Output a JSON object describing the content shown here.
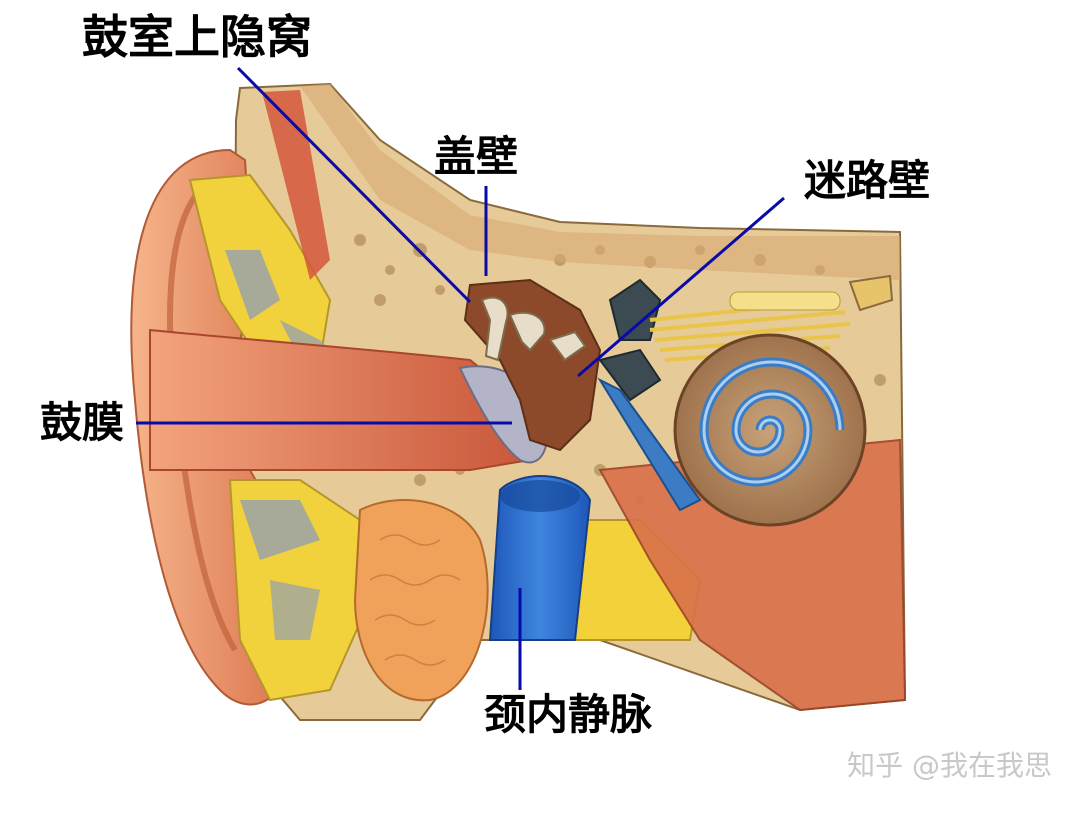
{
  "labels": {
    "epitympanic_recess": "鼓室上隐窝",
    "tegmental_wall": "盖壁",
    "labyrinthine_wall": "迷路壁",
    "tympanic_membrane": "鼓膜",
    "internal_jugular_vein": "颈内静脉"
  },
  "watermark": "知乎 @我在我思",
  "colors": {
    "leader_line": "#0a0aa8",
    "label_text": "#000000",
    "skin": "#e88a5a",
    "bone": "#e2c48e",
    "cartilage_yellow": "#f4d23a",
    "vein_blue": "#2e6fd0",
    "cochlea_blue": "#3b7cc4"
  }
}
